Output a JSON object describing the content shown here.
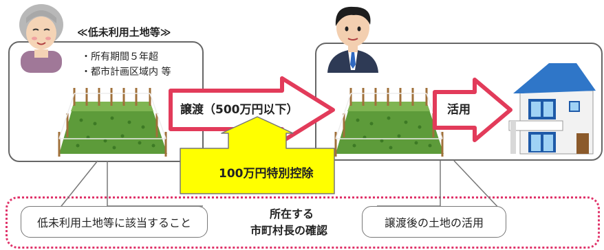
{
  "left_panel": {
    "title": "≪低未利用土地等≫",
    "bullets": [
      "・所有期間５年超",
      "・都市計画区域内 等"
    ]
  },
  "transfer_arrow": {
    "label": "譲渡（500万円以下）"
  },
  "deduction_box": {
    "label": "100万円特別控除"
  },
  "use_arrow": {
    "label": "活用"
  },
  "bottom": {
    "left_capsule": "低未利用土地等に該当すること",
    "center_label_line1": "所在する",
    "center_label_line2": "市町村長の確認",
    "right_capsule": "譲渡後の土地の活用"
  },
  "colors": {
    "arrow_border": "#e23b5a",
    "deduction_fill": "#ffff00",
    "dotted_border": "#e0336a",
    "field_green": "#5d9b3a",
    "house_roof": "#2f76c8"
  },
  "icons": [
    "elderly-woman-icon",
    "businessman-icon",
    "land-field-icon",
    "house-icon"
  ]
}
